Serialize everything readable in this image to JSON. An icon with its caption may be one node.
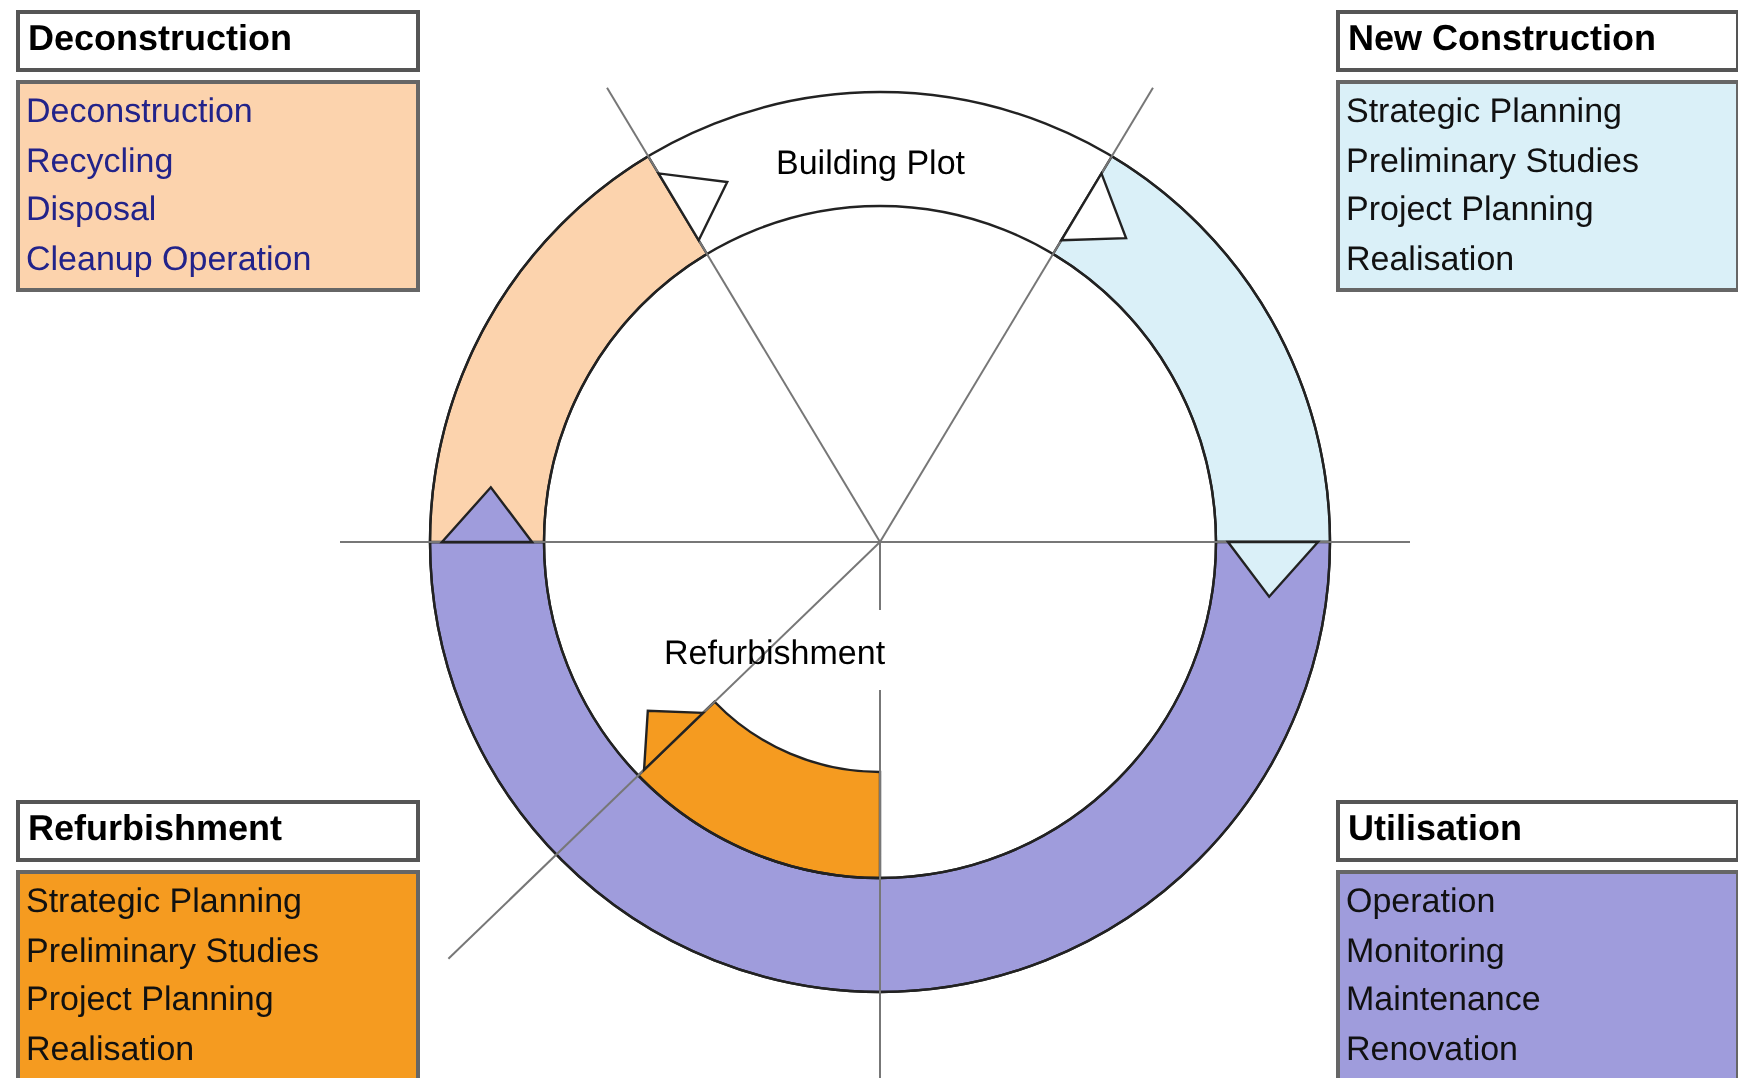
{
  "diagram": {
    "nodes": [
      {
        "text": [
          "Deconstruction",
          "Deconstruction",
          "Recycling",
          "Disposal",
          "Cleanup Operation"
        ]
      },
      {
        "text": [
          "New Construction",
          "Strategic Planning",
          "Preliminary Studies",
          "Project Planning",
          "Realisation"
        ]
      },
      {
        "text": [
          "Refurbishment",
          "Strategic Planning",
          "Preliminary Studies",
          "Project Planning",
          "Realisation"
        ]
      },
      {
        "text": [
          "Utilisation",
          "Operation",
          "Monitoring",
          "Maintenance",
          "Renovation"
        ]
      }
    ],
    "labels": [
      "Building Plot",
      "Refurbishment"
    ]
  }
}
